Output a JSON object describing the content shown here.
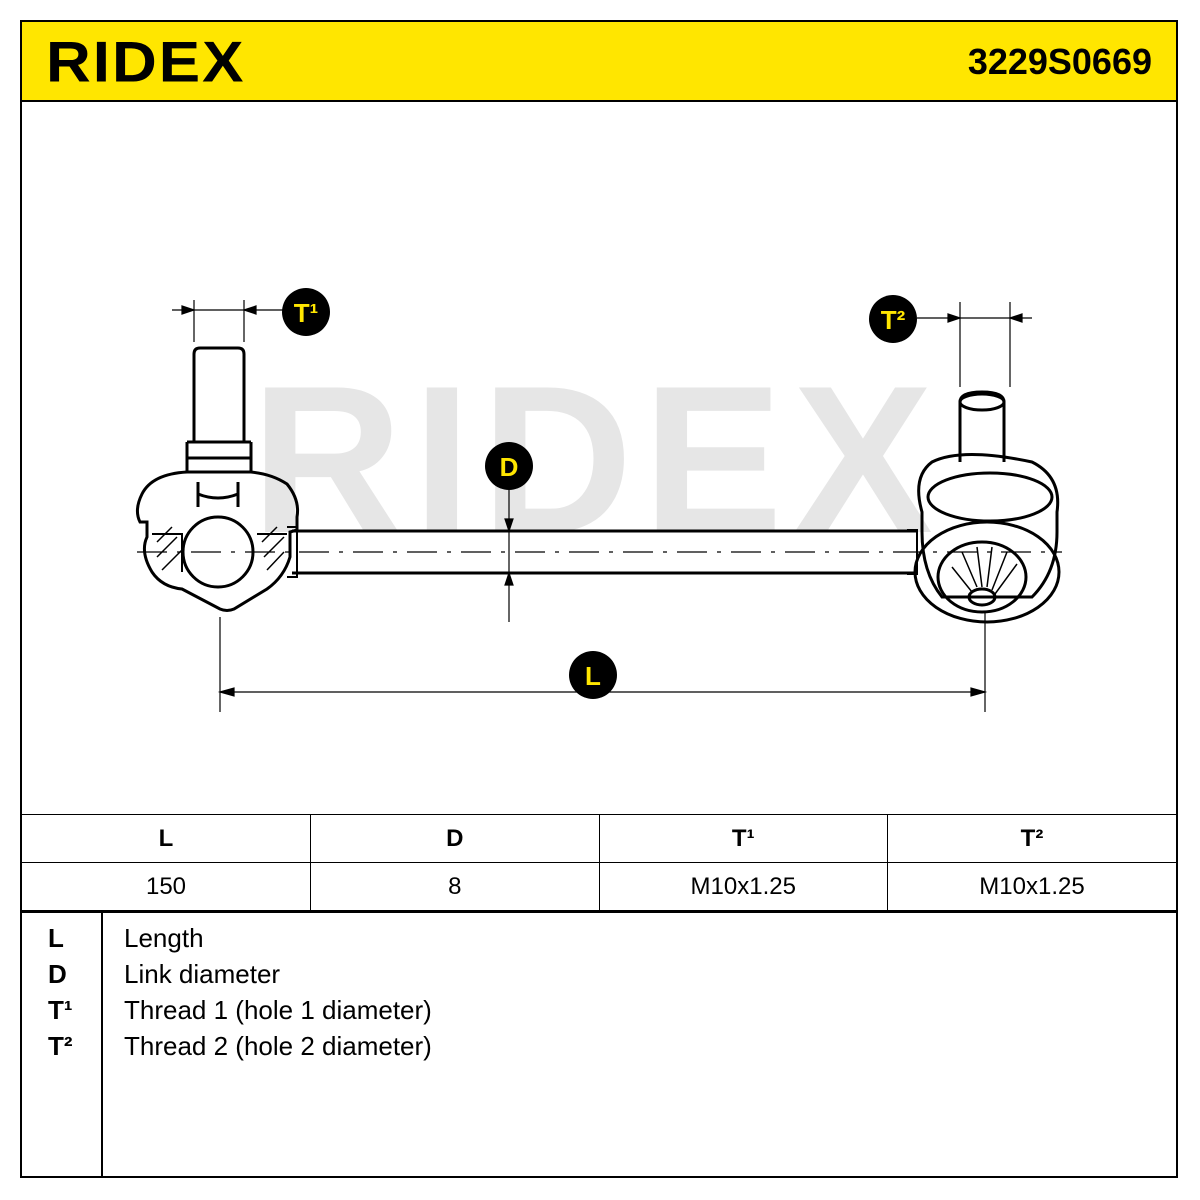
{
  "header": {
    "brand": "RIDEX",
    "part_number": "3229S0669",
    "brand_color": "#ffe600"
  },
  "drawing": {
    "watermark": "RIDEX",
    "callouts": {
      "t1": "T¹",
      "t2": "T²",
      "d": "D",
      "l": "L"
    }
  },
  "specs": {
    "headers": [
      "L",
      "D",
      "T¹",
      "T²"
    ],
    "values": [
      "150",
      "8",
      "M10x1.25",
      "M10x1.25"
    ]
  },
  "legend": [
    {
      "key": "L",
      "text": "Length"
    },
    {
      "key": "D",
      "text": "Link diameter"
    },
    {
      "key": "T¹",
      "text": "Thread 1 (hole 1 diameter)"
    },
    {
      "key": "T²",
      "text": "Thread 2 (hole 2 diameter)"
    }
  ]
}
